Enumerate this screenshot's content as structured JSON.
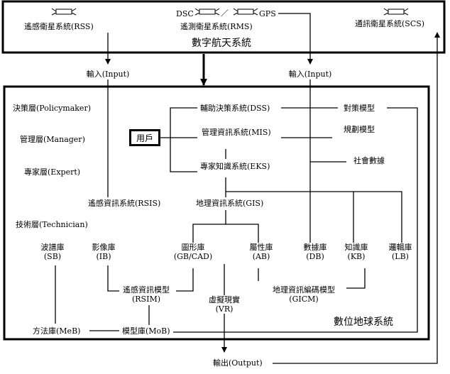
{
  "top": {
    "rss": "遙感衛星系統(RSS)",
    "rms": "遙測衛星系統(RMS)",
    "scs": "通訊衛星系統(SCS)",
    "dsc": "DSC",
    "slash": "／",
    "gps": "GPS",
    "digital_aero": "數字航天系統"
  },
  "io": {
    "input_left": "輸入(Input)",
    "input_right": "輸入(Input)",
    "output": "輸出(Output)"
  },
  "layers": {
    "policymaker": "決策層(Policymaker)",
    "manager": "管理層(Manager)",
    "expert": "專家層(Expert)",
    "technician": "技術層(Technician)"
  },
  "user": "用戶",
  "systems": {
    "dss": "輔助決策系統(DSS)",
    "mis": "管理資訊系統(MIS)",
    "eks": "專家知識系統(EKS)",
    "rsis": "遙感資訊系統(RSIS)",
    "gis": "地理資訊系統(GIS)"
  },
  "models": {
    "policy_model": "對策模型",
    "plan_model": "規劃模型",
    "social_data": "社會數據"
  },
  "libraries": {
    "sb": [
      "波譜庫",
      "(SB)"
    ],
    "ib": [
      "影像庫",
      "(IB)"
    ],
    "gb": [
      "圖形庫",
      "(GB/CAD)"
    ],
    "ab": [
      "屬性庫",
      "(AB)"
    ],
    "db": [
      "數據庫",
      "(DB)"
    ],
    "kb": [
      "知識庫",
      "(KB)"
    ],
    "lb": [
      "邏輯庫",
      "(LB)"
    ]
  },
  "info_models": {
    "rsim": [
      "遙感資訊模型",
      "(RSIM)"
    ],
    "vr": [
      "虛擬現實",
      "(VR)"
    ],
    "gicm": [
      "地理資訊編碼模型",
      "(GICM)"
    ]
  },
  "bottom": {
    "meb": "方法庫(MeB)",
    "mob": "模型庫(MoB)",
    "digital_earth": "數位地球系統"
  }
}
